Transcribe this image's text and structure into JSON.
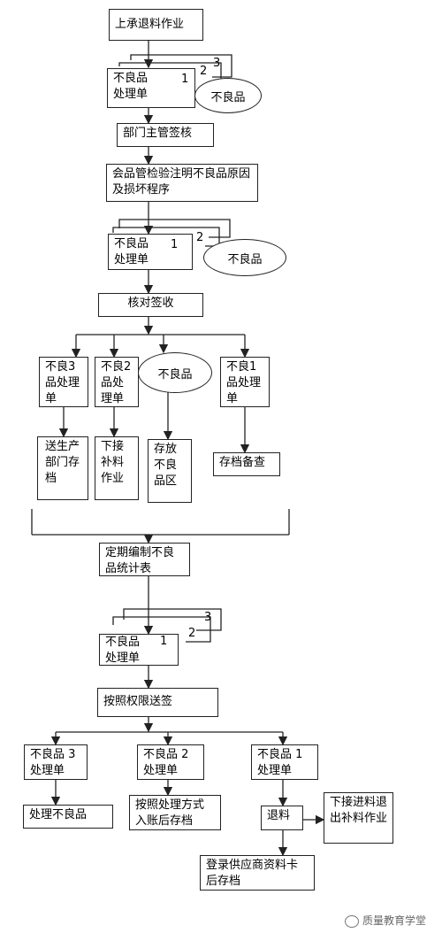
{
  "nodes": {
    "top_start": "上承退料作业",
    "form_a_label": "不良品",
    "form_a_sub": "处理单",
    "form_a_n1": "1",
    "form_a_n2": "2",
    "form_a_n3": "3",
    "oval_a": "不良品",
    "dept_sign": "部门主管签核",
    "qc_note": "会品管检验注明不良品原因及损坏程序",
    "form_b_label": "不良品",
    "form_b_sub": "处理单",
    "form_b_n1": "1",
    "form_b_n2": "2",
    "oval_b": "不良品",
    "check_sign": "核对签收",
    "form3": "不良3品处理单",
    "form2": "不良2品处理单",
    "oval_c": "不良品",
    "form1": "不良1品处理单",
    "send_prod": "送生产部门存档",
    "next_replenish": "下接补料作业",
    "store_area": "存放不良品区",
    "archive_check": "存档备查",
    "periodic_table": "定期编制不良品统计表",
    "form_c_label": "不良品",
    "form_c_sub": "处理单",
    "form_c_n1": "1",
    "form_c_n2": "2",
    "form_c_n3": "3",
    "send_by_auth": "按照权限送签",
    "b3_label": "不良品 3",
    "b3_sub": "处理单",
    "b2_label": "不良品 2",
    "b2_sub": "处理单",
    "b1_label": "不良品   1",
    "b1_sub": "处理单",
    "handle_defect": "处理不良品",
    "book_archive": "按照处理方式入账后存档",
    "return_material": "退料",
    "next_inbound": "下接进料退出补料作业",
    "supplier_card": "登录供应商资料卡后存档"
  },
  "watermark": "质量教育学堂"
}
